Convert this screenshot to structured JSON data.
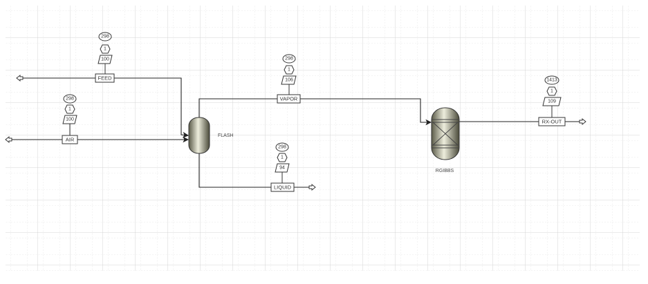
{
  "blocks": {
    "flash": {
      "name": "FLASH"
    },
    "rgibbs": {
      "name": "RGIBBS"
    }
  },
  "streams": {
    "feed": {
      "name": "FEED",
      "temperature": "298",
      "pressure": "1",
      "flow": "100"
    },
    "air": {
      "name": "AIR",
      "temperature": "298",
      "pressure": "1",
      "flow": "100"
    },
    "vapor": {
      "name": "VAPOR",
      "temperature": "298",
      "pressure": "1",
      "flow": "106"
    },
    "liquid": {
      "name": "LIQUID",
      "temperature": "298",
      "pressure": "1",
      "flow": "94"
    },
    "rxout": {
      "name": "RX-OUT",
      "temperature": "1413",
      "pressure": "1",
      "flow": "109"
    }
  },
  "colors": {
    "vessel": "#c8c8a8",
    "grid": "#d8d8d8",
    "line": "#222222"
  }
}
